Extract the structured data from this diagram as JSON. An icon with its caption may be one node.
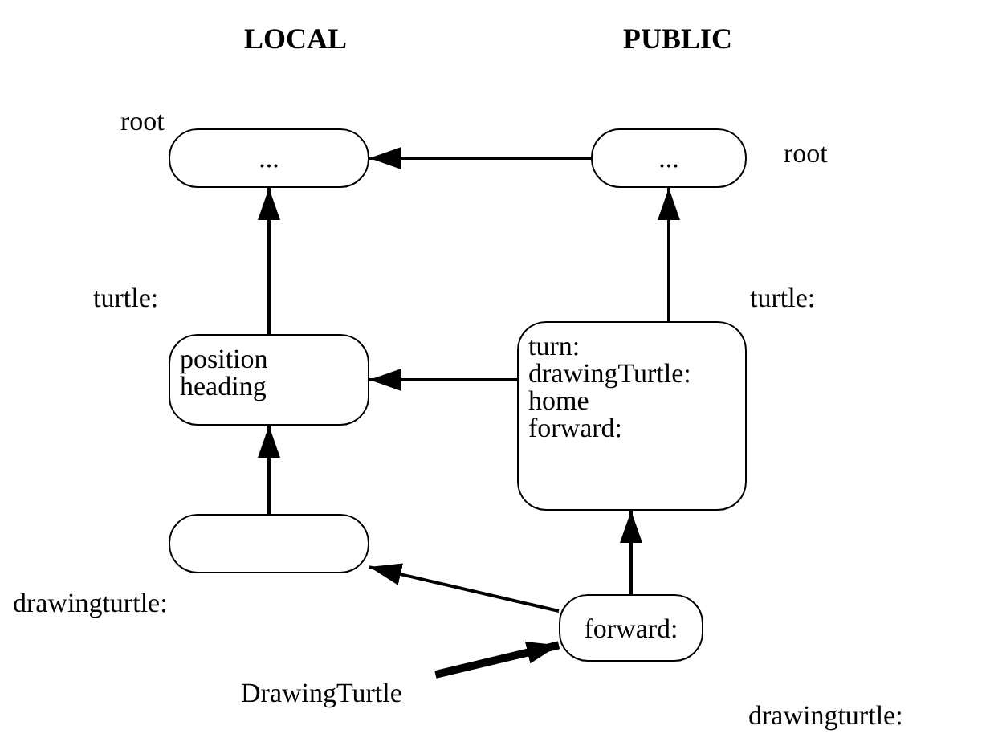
{
  "diagram": {
    "nodes": [
      {
        "text": [
          "..."
        ],
        "beside": [
          "root"
        ]
      },
      {
        "text": [
          "..."
        ],
        "beside": [
          "root"
        ]
      },
      {
        "text": [
          "position heading"
        ],
        "beside": [
          "turtle:"
        ]
      },
      {
        "text": [
          "turn:",
          "drawingTurtle:",
          "home",
          "forward:"
        ],
        "beside": [
          "turtle:"
        ]
      },
      {
        "text": [],
        "shape": "box",
        "beside": [
          "drawingturtle:"
        ]
      },
      {
        "text": [
          "forward:"
        ],
        "beside": [
          "drawingturtle:"
        ]
      },
      {
        "text": [
          "DrawingTurtle"
        ]
      }
    ],
    "edges": [
      {
        "from": 1,
        "to": 0,
        "arrow": "to"
      },
      {
        "from": 2,
        "to": 0,
        "arrow": "to"
      },
      {
        "from": 3,
        "to": 1,
        "arrow": "to"
      },
      {
        "from": 3,
        "to": 2,
        "arrow": "to"
      },
      {
        "from": 4,
        "to": 2,
        "arrow": "to"
      },
      {
        "from": 5,
        "to": 3,
        "arrow": "to"
      },
      {
        "from": 5,
        "to": 4,
        "arrow": "to"
      },
      {
        "from": 6,
        "to": 5,
        "arrow": "to",
        "style": "thick"
      }
    ],
    "labels": [
      "LOCAL",
      "PUBLIC"
    ]
  }
}
